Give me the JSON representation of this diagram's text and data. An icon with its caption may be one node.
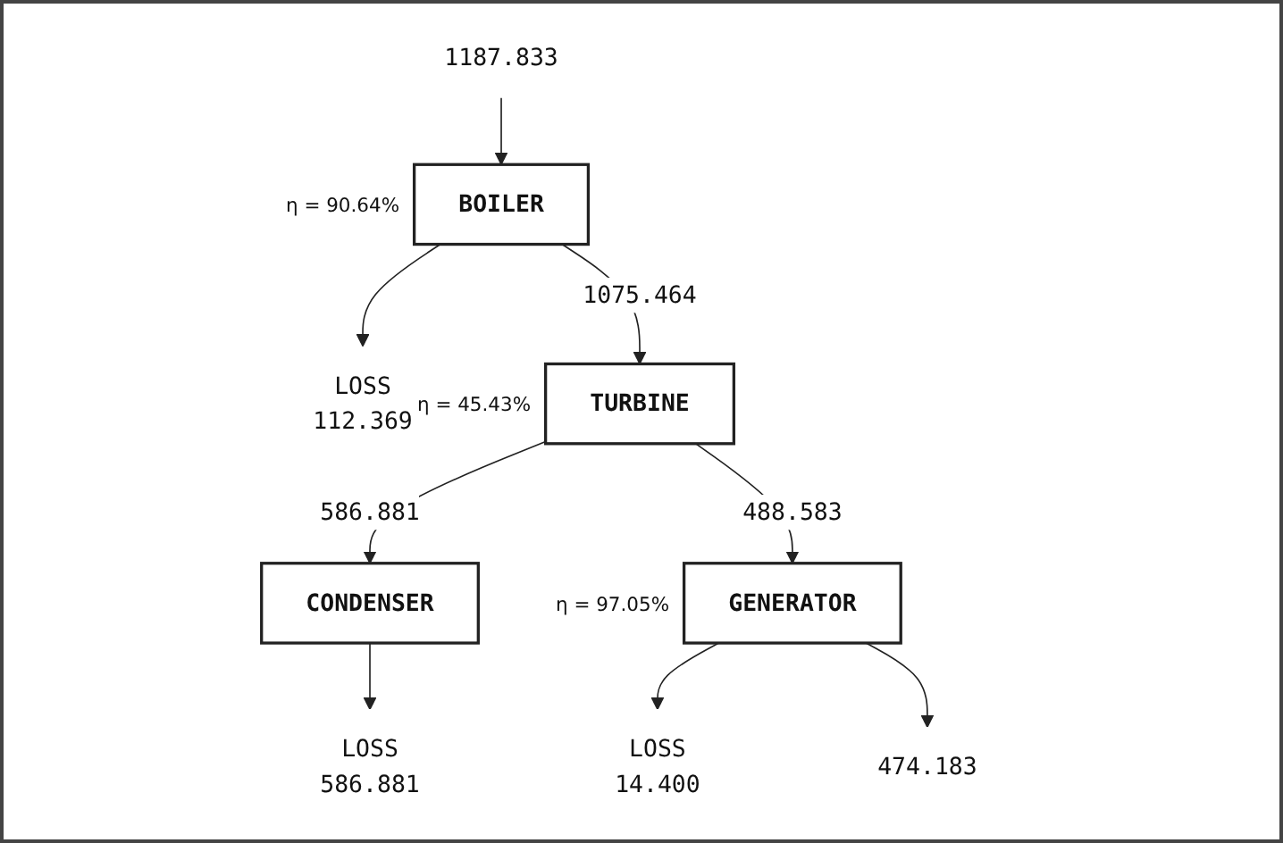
{
  "diagram": {
    "nodes": [
      {
        "text": [
          "1187.833"
        ]
      },
      {
        "text": [
          "BOILER"
        ],
        "beside": [
          "η = 90.64%"
        ]
      },
      {
        "text": [
          "LOSS",
          "112.369"
        ]
      },
      {
        "text": [
          "TURBINE"
        ],
        "beside": [
          "η = 45.43%"
        ]
      },
      {
        "text": [
          "CONDENSER"
        ]
      },
      {
        "text": [
          "LOSS",
          "586.881"
        ]
      },
      {
        "text": [
          "GENERATOR"
        ],
        "beside": [
          "η = 97.05%"
        ]
      },
      {
        "text": [
          "LOSS",
          "14.400"
        ]
      },
      {
        "text": [
          "474.183"
        ]
      }
    ],
    "edges": [
      {
        "from": 0,
        "to": 1,
        "arrow": "to"
      },
      {
        "from": 1,
        "to": 2,
        "arrow": "to"
      },
      {
        "from": 1,
        "to": 3,
        "arrow": "to",
        "label": "1075.464"
      },
      {
        "from": 3,
        "to": 4,
        "arrow": "to",
        "label": "586.881"
      },
      {
        "from": 4,
        "to": 5,
        "arrow": "to"
      },
      {
        "from": 3,
        "to": 6,
        "arrow": "to",
        "label": "488.583"
      },
      {
        "from": 6,
        "to": 7,
        "arrow": "to"
      },
      {
        "from": 6,
        "to": 8,
        "arrow": "to"
      }
    ]
  }
}
